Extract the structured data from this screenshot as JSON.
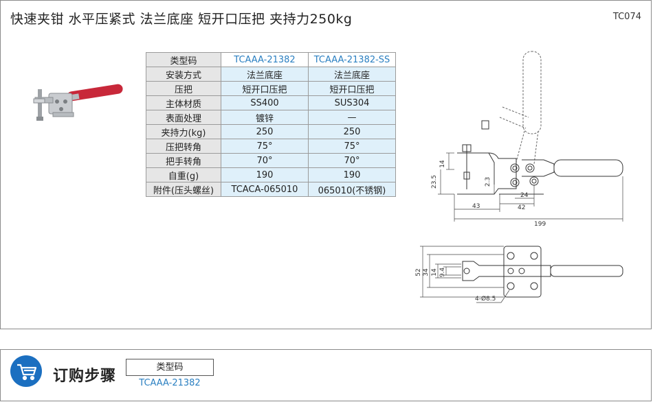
{
  "header": {
    "title": "快速夹钳  水平压紧式  法兰底座  短开口压把  夹持力250kg",
    "code": "TC074"
  },
  "spec_table": {
    "header": {
      "label": "类型码",
      "col1": "TCAAA-21382",
      "col2": "TCAAA-21382-SS"
    },
    "rows": [
      {
        "label": "安装方式",
        "col1": "法兰底座",
        "col2": "法兰底座"
      },
      {
        "label": "压把",
        "col1": "短开口压把",
        "col2": "短开口压把"
      },
      {
        "label": "主体材质",
        "col1": "SS400",
        "col2": "SUS304"
      },
      {
        "label": "表面处理",
        "col1": "镀锌",
        "col2": "—"
      },
      {
        "label": "夹持力(kg)",
        "col1": "250",
        "col2": "250"
      },
      {
        "label": "压把转角",
        "col1": "75°",
        "col2": "75°"
      },
      {
        "label": "把手转角",
        "col1": "70°",
        "col2": "70°"
      },
      {
        "label": "自重(g)",
        "col1": "190",
        "col2": "190"
      },
      {
        "label": "附件(压头螺丝)",
        "col1": "TCACA-065010",
        "col2": "065010(不锈钢)"
      }
    ]
  },
  "drawing": {
    "dims": {
      "d14": "14",
      "d235": "23.5",
      "d23": "2.3",
      "d24": "24",
      "d43": "43",
      "d42": "42",
      "d199": "199",
      "d52": "52",
      "d34": "34",
      "d14b": "14",
      "d94": "9.4",
      "holes": "4-Ø8.5"
    }
  },
  "order": {
    "title": "订购步骤",
    "label": "类型码",
    "value": "TCAAA-21382"
  },
  "colors": {
    "accent": "#2a7fc1",
    "cart_bg": "#1b6fc0",
    "table_blue": "#dff0fa",
    "grip_red": "#c8283a"
  },
  "icons": {
    "cart": "shopping-cart-icon"
  }
}
